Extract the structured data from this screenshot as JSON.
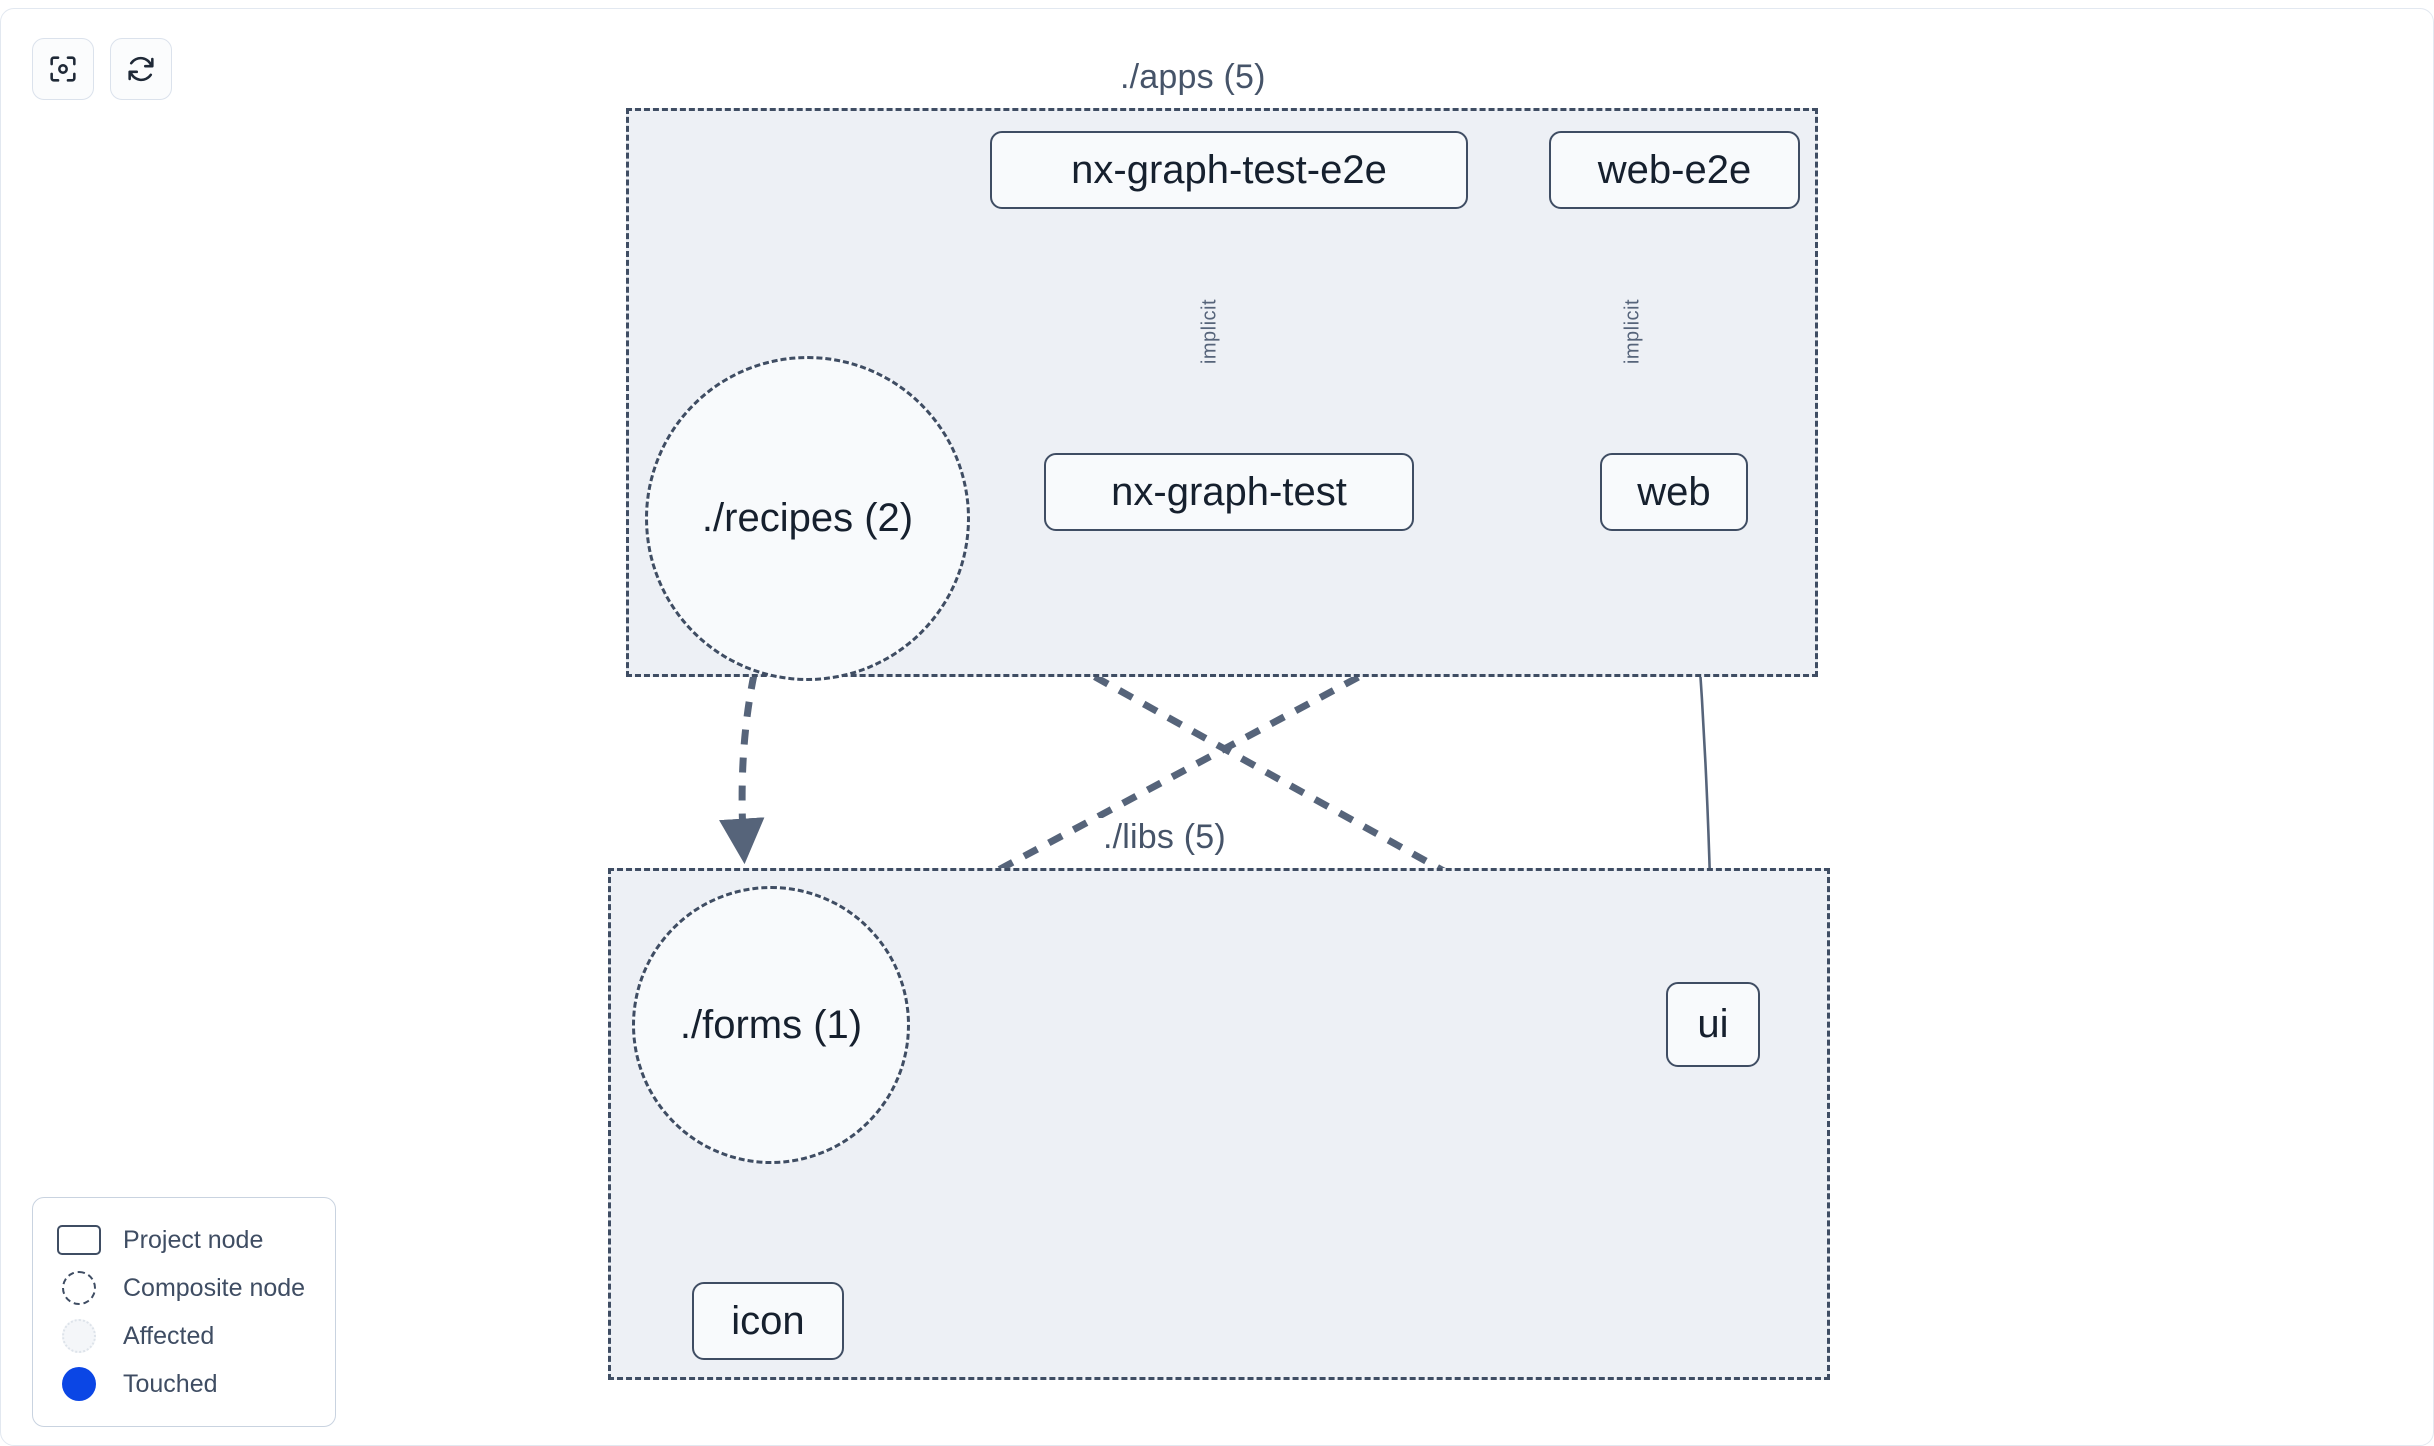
{
  "toolbar": {
    "buttons": [
      {
        "name": "focus-graph-button",
        "icon": "viewfinder-icon",
        "label": ""
      },
      {
        "name": "refresh-graph-button",
        "icon": "refresh-icon",
        "label": ""
      }
    ]
  },
  "graph": {
    "groups": [
      {
        "id": "apps",
        "label": "./apps (5)"
      },
      {
        "id": "libs",
        "label": "./libs (5)"
      }
    ],
    "project_nodes": [
      {
        "id": "nx-graph-test-e2e",
        "label": "nx-graph-test-e2e"
      },
      {
        "id": "web-e2e",
        "label": "web-e2e"
      },
      {
        "id": "nx-graph-test",
        "label": "nx-graph-test"
      },
      {
        "id": "web",
        "label": "web"
      },
      {
        "id": "ui",
        "label": "ui"
      },
      {
        "id": "icon",
        "label": "icon"
      }
    ],
    "composite_nodes": [
      {
        "id": "recipes",
        "label": "./recipes (2)"
      },
      {
        "id": "forms",
        "label": "./forms (1)"
      }
    ],
    "edges": [
      {
        "from": "nx-graph-test-e2e",
        "to": "nx-graph-test",
        "label": "implicit",
        "style": "solid"
      },
      {
        "from": "web-e2e",
        "to": "web",
        "label": "implicit",
        "style": "solid"
      },
      {
        "from": "web",
        "to": "forms",
        "label": "",
        "style": "dashed"
      },
      {
        "from": "recipes",
        "to": "ui",
        "label": "",
        "style": "dashed"
      },
      {
        "from": "recipes",
        "to": "forms",
        "label": "",
        "style": "dashed"
      },
      {
        "from": "web",
        "to": "ui",
        "label": "",
        "style": "solid"
      },
      {
        "from": "forms",
        "to": "icon",
        "label": "",
        "style": "dashed"
      }
    ]
  },
  "legend": {
    "items": [
      {
        "swatch": "project-node-swatch",
        "label": "Project node"
      },
      {
        "swatch": "composite-node-swatch",
        "label": "Composite node"
      },
      {
        "swatch": "affected-swatch",
        "label": "Affected"
      },
      {
        "swatch": "touched-swatch",
        "label": "Touched"
      }
    ]
  },
  "colors": {
    "canvas_background": "#ffffff",
    "group_background": "#edf0f5",
    "node_stroke": "#3f4d63",
    "node_fill": "#f8fafc",
    "edge_stroke": "#56647a",
    "text": "#16202e",
    "touched": "#0b46e5"
  }
}
